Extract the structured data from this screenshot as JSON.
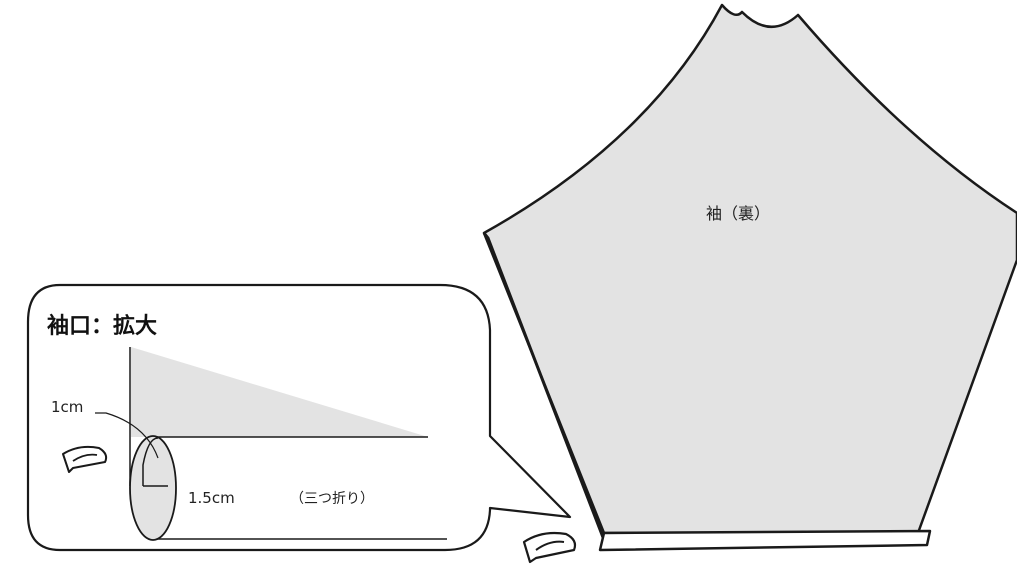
{
  "sleeve": {
    "label": "袖（裏）"
  },
  "callout": {
    "title": "袖口：拡大",
    "fold_width_label": "1cm",
    "fold_height_label": "1.5cm",
    "fold_type_label": "（三つ折り）"
  },
  "icons": {
    "iron": "iron-icon"
  },
  "colors": {
    "fabric_fill": "#e3e3e3",
    "line": "#1a1a1a",
    "background": "#ffffff"
  }
}
